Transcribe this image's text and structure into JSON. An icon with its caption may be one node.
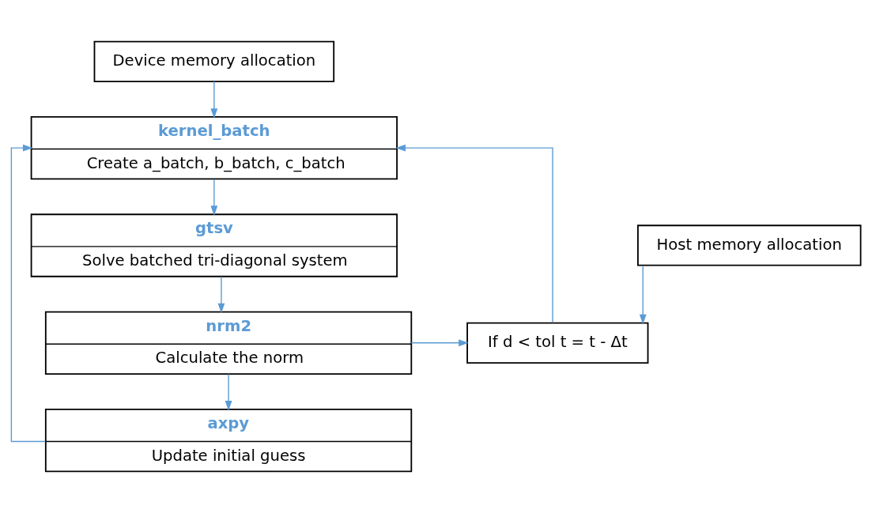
{
  "diagram": {
    "nodes": [
      {
        "text": [
          "Device memory allocation"
        ]
      },
      {
        "text": [
          "kernel_batch",
          "Create a_batch, b_batch, c_batch"
        ]
      },
      {
        "text": [
          "gtsv",
          "Solve batched tri-diagonal system"
        ]
      },
      {
        "text": [
          "nrm2",
          "Calculate the norm"
        ]
      },
      {
        "text": [
          "axpy",
          "Update initial guess"
        ]
      },
      {
        "text": [
          "Host memory allocation"
        ]
      },
      {
        "text": [
          "If d < tol t = t - Δt"
        ]
      }
    ],
    "edges": [
      {
        "from": 0,
        "to": 1,
        "arrow": "to"
      },
      {
        "from": 1,
        "to": 2,
        "arrow": "to"
      },
      {
        "from": 2,
        "to": 3,
        "arrow": "to"
      },
      {
        "from": 3,
        "to": 4,
        "arrow": "to"
      },
      {
        "from": 4,
        "to": 1,
        "arrow": "to"
      },
      {
        "from": 3,
        "to": 6,
        "arrow": "to"
      },
      {
        "from": 5,
        "to": 6,
        "arrow": "to"
      },
      {
        "from": 6,
        "to": 1,
        "arrow": "to"
      }
    ]
  }
}
